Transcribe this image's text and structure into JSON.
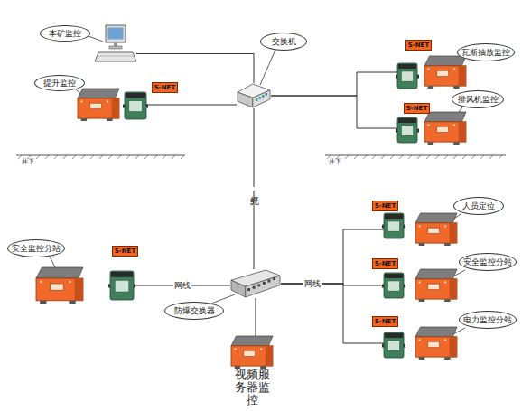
{
  "diagram": {
    "nodes": [
      {
        "text": [
          "本矿监控"
        ]
      },
      {
        "text": [
          "交换机"
        ]
      },
      {
        "text": [
          "提升监控",
          "S-NET"
        ]
      },
      {
        "text": [
          "瓦斯抽放监控",
          "S-NET"
        ]
      },
      {
        "text": [
          "排风机监控",
          "S-NET"
        ]
      },
      {
        "text": [
          "安全监控分站",
          "S-NET"
        ]
      },
      {
        "text": [
          "防爆交换器"
        ]
      },
      {
        "text": [
          "人员定位",
          "S-NET"
        ]
      },
      {
        "text": [
          "安全监控分站",
          "S-NET"
        ]
      },
      {
        "text": [
          "电力监控分站",
          "S-NET"
        ]
      },
      {
        "text": [
          "视频服务器监控"
        ]
      }
    ],
    "edges": [
      {
        "from": 0,
        "to": 1,
        "arrow": "none"
      },
      {
        "from": 2,
        "to": 1,
        "arrow": "none"
      },
      {
        "from": 1,
        "to": 3,
        "arrow": "none"
      },
      {
        "from": 1,
        "to": 4,
        "arrow": "none"
      },
      {
        "from": 1,
        "to": 6,
        "label": "光纤",
        "arrow": "none"
      },
      {
        "from": 5,
        "to": 6,
        "label": "网线",
        "arrow": "none"
      },
      {
        "from": 6,
        "to": 7,
        "arrow": "none"
      },
      {
        "from": 6,
        "to": 8,
        "label": "网线",
        "arrow": "none"
      },
      {
        "from": 6,
        "to": 9,
        "arrow": "none"
      },
      {
        "from": 6,
        "to": 10,
        "arrow": "none"
      }
    ],
    "labels": [
      "井下",
      "井下"
    ]
  }
}
